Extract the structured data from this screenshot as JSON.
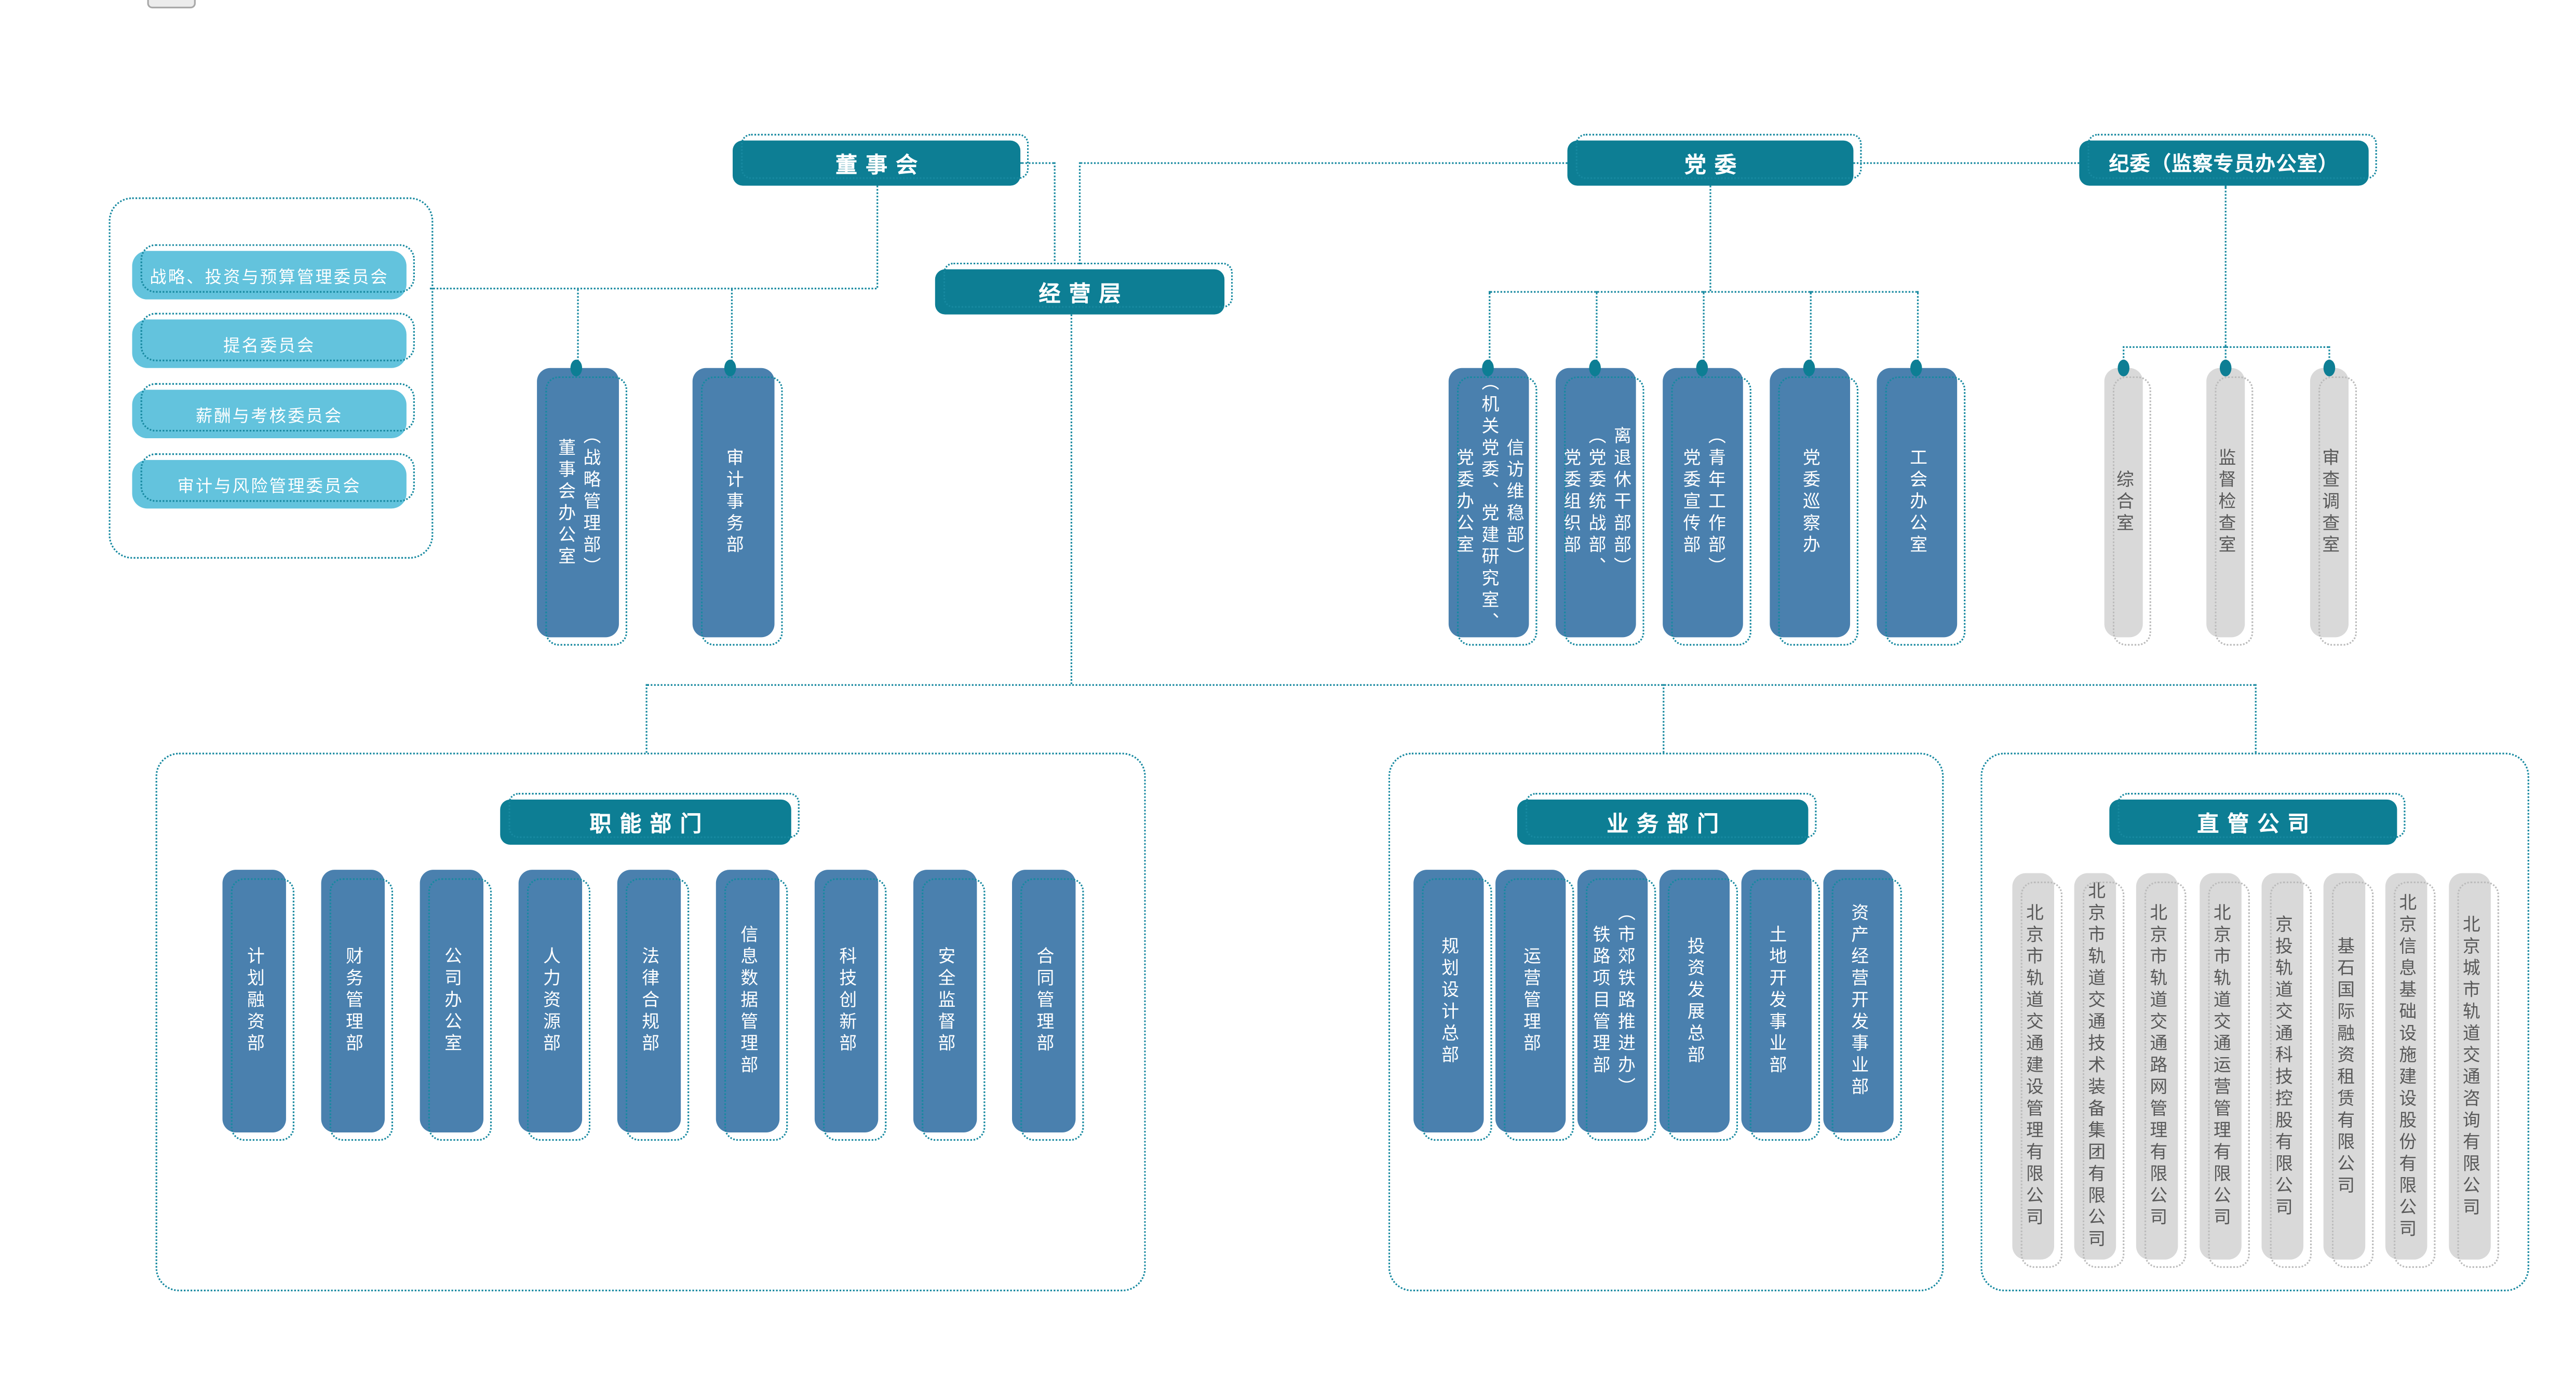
{
  "colors": {
    "header_teal": "#0d7e94",
    "department_blue": "#4a80ae",
    "committee_lightblue": "#63c3dd",
    "company_gray": "#d9d9d9",
    "company_text_gray": "#595959",
    "connector_teal": "#1789a0"
  },
  "top_nodes": {
    "board": "董事会",
    "party": "党委",
    "discipline": "纪委（监察专员办公室）",
    "management": "经营层"
  },
  "board_committees": {
    "items": [
      "战略、投资与预算管理委员会",
      "提名委员会",
      "薪酬与考核委员会",
      "审计与风险管理委员会"
    ]
  },
  "board_departments": {
    "items": [
      "董事会办公室\n（战略管理部）",
      "审计事务部"
    ]
  },
  "party_departments": {
    "items": [
      "党委办公室\n（机关党委、党建研究室、\n信访维稳部）",
      "党委组织部\n（党委统战部、\n离退休干部部）",
      "党委宣传部\n（青年工作部）",
      "党委巡察办",
      "工会办公室"
    ]
  },
  "discipline_offices": {
    "items": [
      "综合室",
      "监督检查室",
      "审查调查室"
    ]
  },
  "sections": {
    "functional": {
      "title": "职能部门",
      "items": [
        "计划融资部",
        "财务管理部",
        "公司办公室",
        "人力资源部",
        "法律合规部",
        "信息数据管理部",
        "科技创新部",
        "安全监督部",
        "合同管理部"
      ]
    },
    "business": {
      "title": "业务部门",
      "items": [
        "规划设计总部",
        "运营管理部",
        "铁路项目管理部\n（市郊铁路推进办）",
        "投资发展总部",
        "土地开发事业部",
        "资产经营开发事业部"
      ]
    },
    "companies": {
      "title": "直管公司",
      "items": [
        "北京市轨道交通建设管理有限公司",
        "北京市轨道交通技术装备集团有限公司",
        "北京市轨道交通路网管理有限公司",
        "北京市轨道交通运营管理有限公司",
        "京投轨道交通科技控股有限公司",
        "基石国际融资租赁有限公司",
        "北京信息基础设施建设股份有限公司",
        "北京城市轨道交通咨询有限公司"
      ]
    }
  }
}
